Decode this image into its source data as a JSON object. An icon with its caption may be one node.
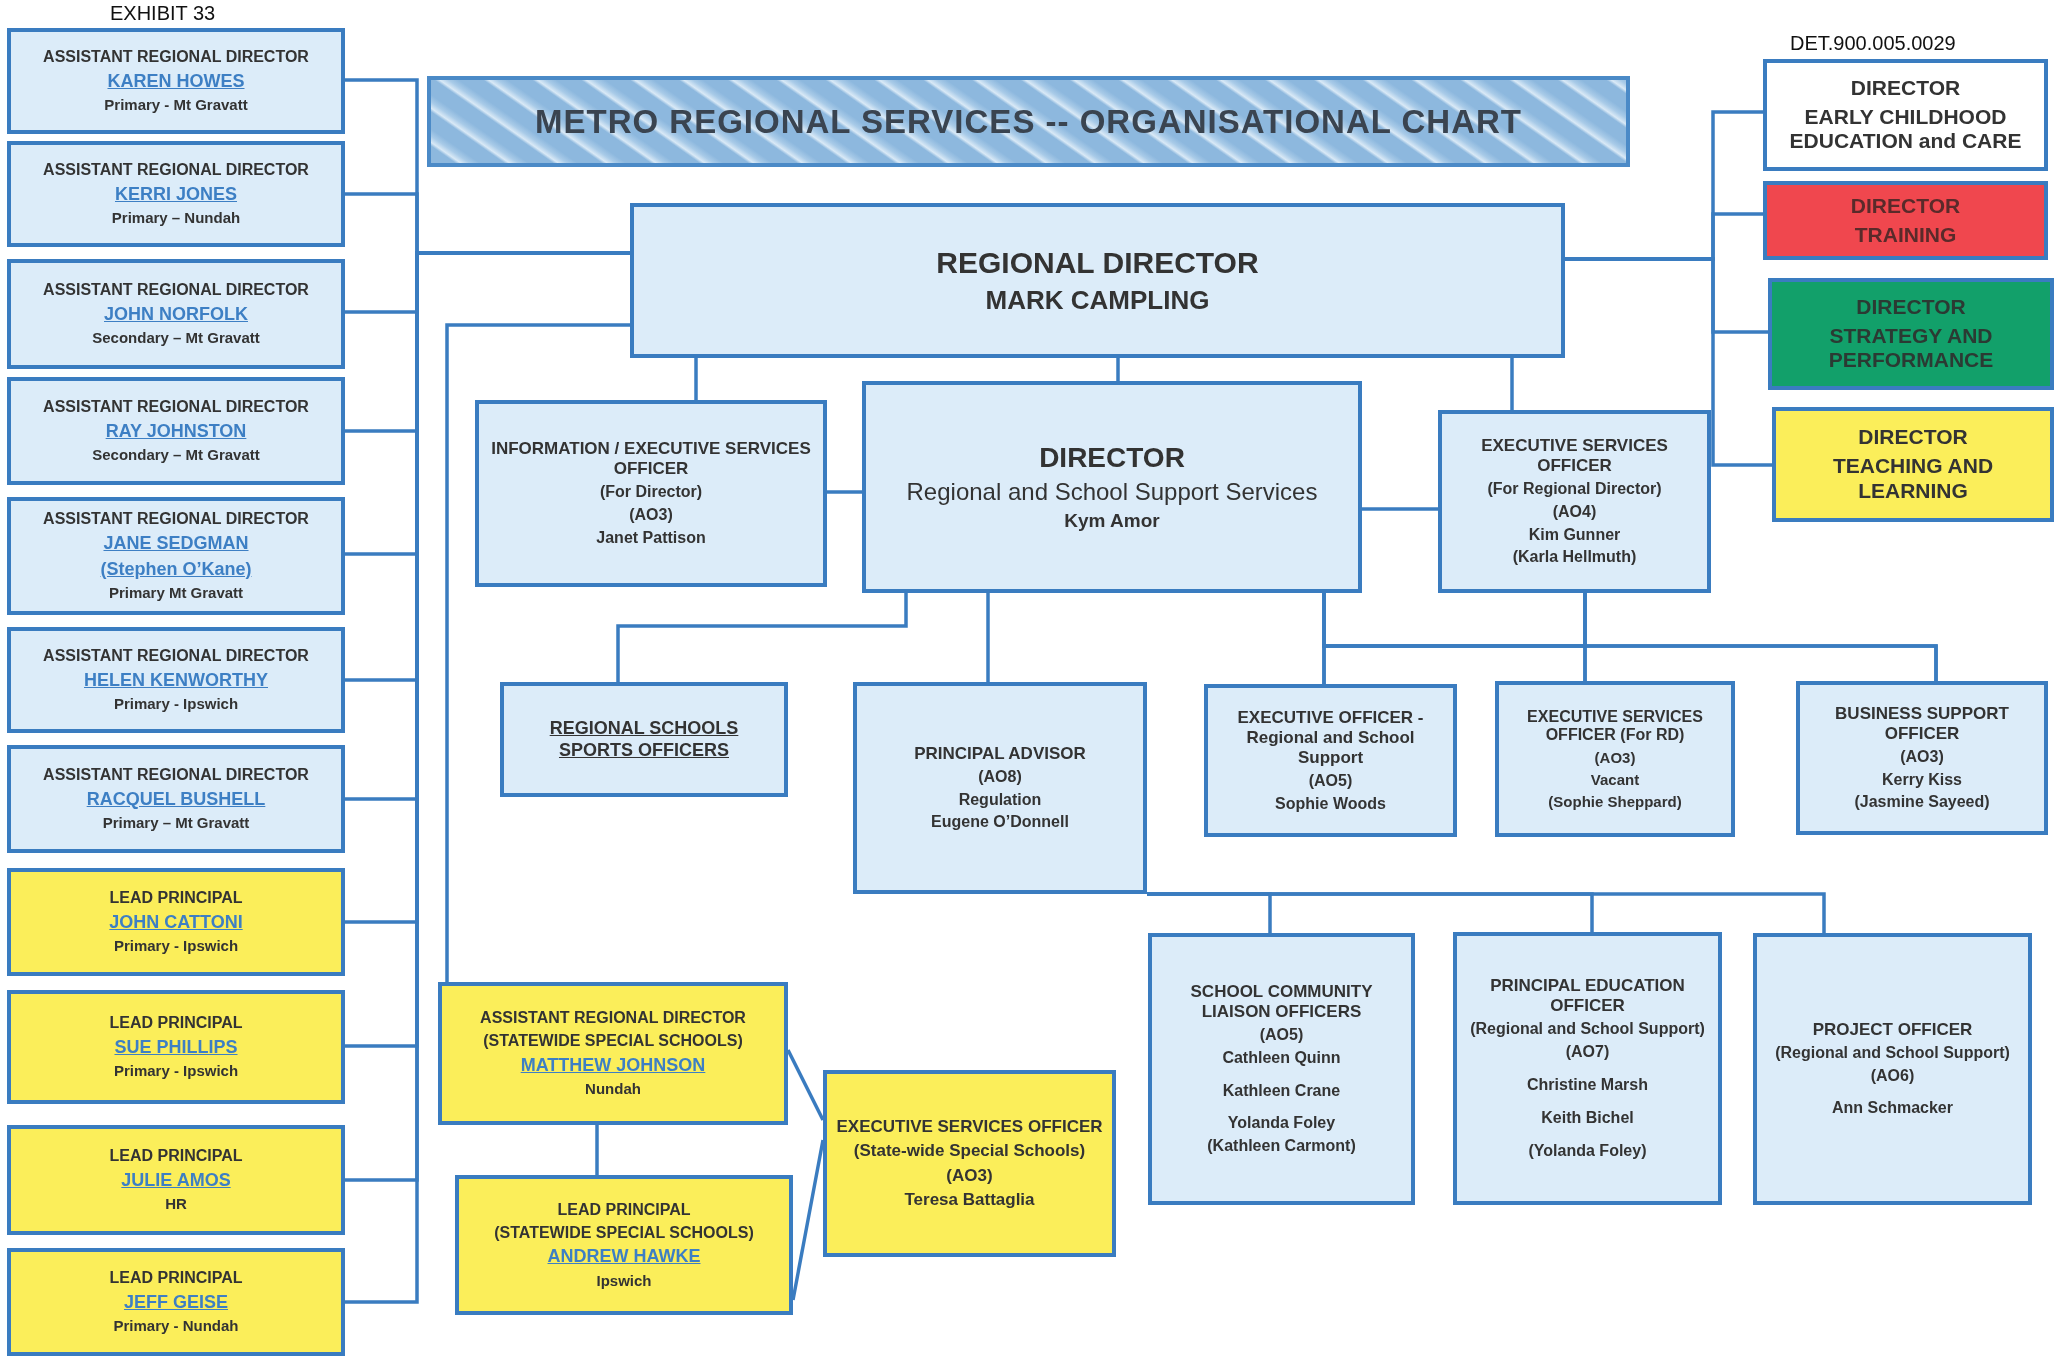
{
  "diagram": {
    "title": "METRO REGIONAL SERVICES -- ORGANISATIONAL CHART",
    "nodes": [
      {
        "text": [
          "ASSISTANT REGIONAL DIRECTOR",
          "KAREN HOWES",
          "Primary - Mt Gravatt"
        ]
      },
      {
        "text": [
          "ASSISTANT REGIONAL DIRECTOR",
          "KERRI JONES",
          "Primary – Nundah"
        ]
      },
      {
        "text": [
          "ASSISTANT REGIONAL DIRECTOR",
          "JOHN NORFOLK",
          "Secondary – Mt Gravatt"
        ]
      },
      {
        "text": [
          "ASSISTANT REGIONAL DIRECTOR",
          "RAY JOHNSTON",
          "Secondary – Mt Gravatt"
        ]
      },
      {
        "text": [
          "ASSISTANT REGIONAL DIRECTOR",
          "JANE SEDGMAN",
          "(Stephen O’Kane)",
          "Primary Mt Gravatt"
        ]
      },
      {
        "text": [
          "ASSISTANT REGIONAL DIRECTOR",
          "HELEN KENWORTHY",
          "Primary - Ipswich"
        ]
      },
      {
        "text": [
          "ASSISTANT REGIONAL DIRECTOR",
          "RACQUEL BUSHELL",
          "Primary – Mt Gravatt"
        ]
      },
      {
        "text": [
          "LEAD PRINCIPAL",
          "JOHN CATTONI",
          "Primary - Ipswich"
        ]
      },
      {
        "text": [
          "LEAD PRINCIPAL",
          "SUE PHILLIPS",
          "Primary - Ipswich"
        ]
      },
      {
        "text": [
          "LEAD PRINCIPAL",
          "JULIE AMOS",
          "HR"
        ]
      },
      {
        "text": [
          "LEAD PRINCIPAL",
          "JEFF GEISE",
          "Primary - Nundah"
        ]
      },
      {
        "text": [
          "REGIONAL DIRECTOR",
          "MARK CAMPLING"
        ]
      },
      {
        "text": [
          "DIRECTOR",
          "EARLY CHILDHOOD EDUCATION and CARE"
        ]
      },
      {
        "text": [
          "DIRECTOR",
          "TRAINING"
        ]
      },
      {
        "text": [
          "DIRECTOR",
          "STRATEGY AND PERFORMANCE"
        ]
      },
      {
        "text": [
          "DIRECTOR",
          "TEACHING AND LEARNING"
        ]
      },
      {
        "text": [
          "INFORMATION / EXECUTIVE SERVICES OFFICER",
          "(For Director)",
          "(AO3)",
          "Janet Pattison"
        ]
      },
      {
        "text": [
          "DIRECTOR",
          "Regional and School Support Services",
          "Kym Amor"
        ]
      },
      {
        "text": [
          "EXECUTIVE SERVICES OFFICER",
          "(For Regional Director)",
          "(AO4)",
          "Kim Gunner",
          "(Karla Hellmuth)"
        ]
      },
      {
        "text": [
          "REGIONAL SCHOOLS SPORTS OFFICERS"
        ]
      },
      {
        "text": [
          "PRINCIPAL ADVISOR",
          "(AO8)",
          "Regulation",
          "Eugene O’Donnell"
        ]
      },
      {
        "text": [
          "EXECUTIVE OFFICER - Regional and School Support",
          "(AO5)",
          "Sophie Woods"
        ]
      },
      {
        "text": [
          "EXECUTIVE SERVICES OFFICER (For RD)",
          "(AO3)",
          "Vacant",
          "(Sophie Sheppard)"
        ]
      },
      {
        "text": [
          "BUSINESS SUPPORT OFFICER",
          "(AO3)",
          "Kerry Kiss",
          "(Jasmine Sayeed)"
        ]
      },
      {
        "text": [
          "SCHOOL COMMUNITY LIAISON OFFICERS",
          "(AO5)",
          "Cathleen Quinn",
          "Kathleen Crane",
          "Yolanda Foley",
          "(Kathleen Carmont)"
        ]
      },
      {
        "text": [
          "PRINCIPAL EDUCATION OFFICER",
          "(Regional and School Support)",
          "(AO7)",
          "Christine Marsh",
          "Keith Bichel",
          "(Yolanda Foley)"
        ]
      },
      {
        "text": [
          "PROJECT OFFICER",
          "(Regional and School Support)",
          "(AO6)",
          "Ann Schmacker"
        ]
      },
      {
        "text": [
          "ASSISTANT REGIONAL DIRECTOR",
          "(STATEWIDE SPECIAL SCHOOLS)",
          "MATTHEW JOHNSON",
          "Nundah"
        ]
      },
      {
        "text": [
          "LEAD PRINCIPAL",
          "(STATEWIDE SPECIAL SCHOOLS)",
          "ANDREW HAWKE",
          "Ipswich"
        ]
      },
      {
        "text": [
          "EXECUTIVE SERVICES OFFICER",
          "(State-wide Special Schools)",
          "(AO3)",
          "Teresa Battaglia"
        ]
      }
    ],
    "edges": [
      {
        "from": 11,
        "to": 0,
        "arrow": "none"
      },
      {
        "from": 11,
        "to": 1,
        "arrow": "none"
      },
      {
        "from": 11,
        "to": 2,
        "arrow": "none"
      },
      {
        "from": 11,
        "to": 3,
        "arrow": "none"
      },
      {
        "from": 11,
        "to": 4,
        "arrow": "none"
      },
      {
        "from": 11,
        "to": 5,
        "arrow": "none"
      },
      {
        "from": 11,
        "to": 6,
        "arrow": "none"
      },
      {
        "from": 11,
        "to": 7,
        "arrow": "none"
      },
      {
        "from": 11,
        "to": 8,
        "arrow": "none"
      },
      {
        "from": 11,
        "to": 9,
        "arrow": "none"
      },
      {
        "from": 11,
        "to": 10,
        "arrow": "none"
      },
      {
        "from": 11,
        "to": 27,
        "arrow": "none"
      },
      {
        "from": 11,
        "to": 12,
        "arrow": "none"
      },
      {
        "from": 11,
        "to": 13,
        "arrow": "none"
      },
      {
        "from": 11,
        "to": 14,
        "arrow": "none"
      },
      {
        "from": 11,
        "to": 15,
        "arrow": "none"
      },
      {
        "from": 11,
        "to": 16,
        "arrow": "none"
      },
      {
        "from": 11,
        "to": 17,
        "arrow": "none"
      },
      {
        "from": 11,
        "to": 18,
        "arrow": "none"
      },
      {
        "from": 16,
        "to": 17,
        "arrow": "none"
      },
      {
        "from": 17,
        "to": 18,
        "arrow": "none"
      },
      {
        "from": 17,
        "to": 19,
        "arrow": "none"
      },
      {
        "from": 17,
        "to": 20,
        "arrow": "none"
      },
      {
        "from": 17,
        "to": 21,
        "arrow": "none"
      },
      {
        "from": 17,
        "to": 22,
        "arrow": "none"
      },
      {
        "from": 17,
        "to": 23,
        "arrow": "none"
      },
      {
        "from": 18,
        "to": 21,
        "arrow": "none"
      },
      {
        "from": 18,
        "to": 22,
        "arrow": "none"
      },
      {
        "from": 18,
        "to": 23,
        "arrow": "none"
      },
      {
        "from": 20,
        "to": 24,
        "arrow": "none"
      },
      {
        "from": 20,
        "to": 25,
        "arrow": "none"
      },
      {
        "from": 20,
        "to": 26,
        "arrow": "none"
      },
      {
        "from": 27,
        "to": 28,
        "arrow": "none"
      },
      {
        "from": 27,
        "to": 29,
        "arrow": "none"
      },
      {
        "from": 28,
        "to": 29,
        "arrow": "none"
      }
    ],
    "labels": [
      "EXHIBIT 33",
      "DET.900.005.0029"
    ]
  }
}
